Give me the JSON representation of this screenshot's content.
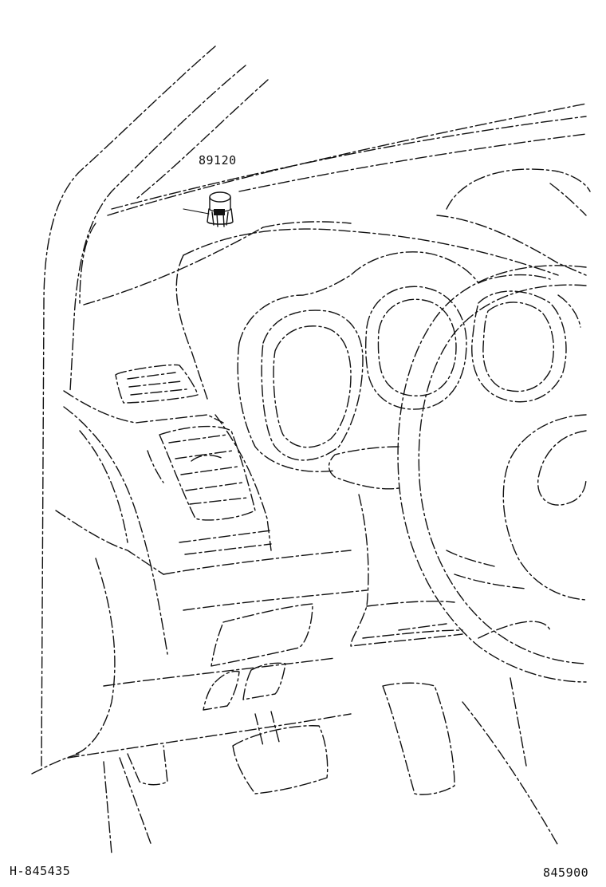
{
  "diagram": {
    "part_number_label": "89120",
    "illustration_code": "H-845435",
    "page_code": "845900",
    "part_icon": "light-sensor-icon"
  }
}
